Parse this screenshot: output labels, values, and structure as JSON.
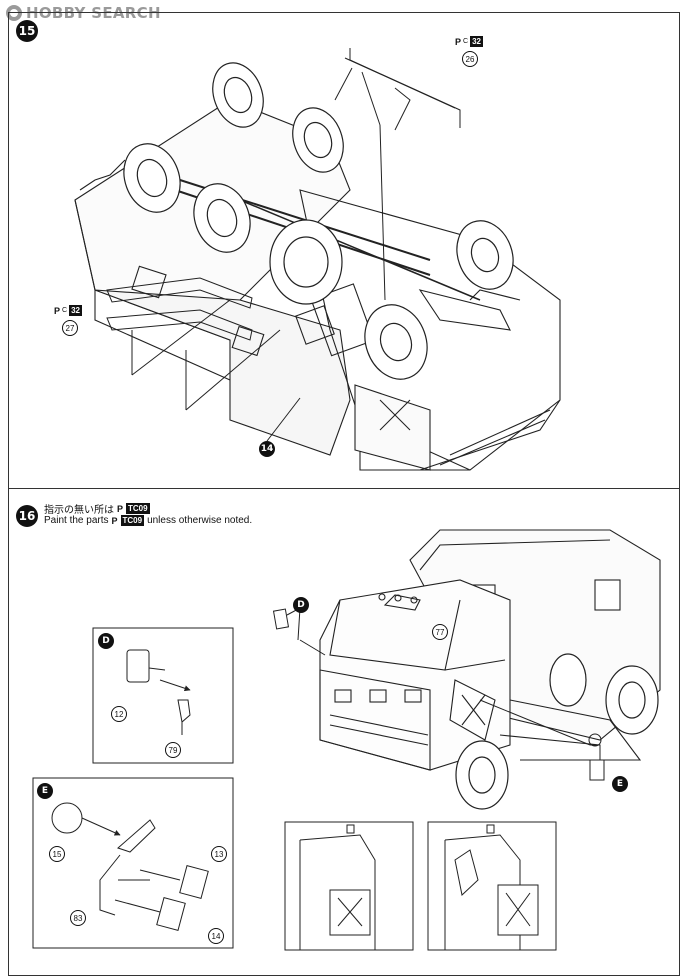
{
  "watermark": {
    "brand": "HOBBY SEARCH"
  },
  "step15": {
    "number": "15",
    "parts": [
      {
        "num": "26",
        "paint_prefix": "P",
        "paint_sub": "C",
        "paint_code": "32"
      },
      {
        "num": "27",
        "paint_prefix": "P",
        "paint_sub": "C",
        "paint_code": "32"
      },
      {
        "num": "14"
      }
    ]
  },
  "step16": {
    "number": "16",
    "note_jp": "指示の無い所は",
    "note_en_prefix": "Paint the parts",
    "note_en_suffix": "unless otherwise noted.",
    "paint_prefix": "P",
    "paint_code": "TC09",
    "callout_d": "D",
    "callout_e": "E",
    "parts": {
      "p77": "77",
      "p12": "12",
      "p79": "79",
      "p15": "15",
      "p13": "13",
      "p83": "83",
      "p14": "14"
    }
  }
}
